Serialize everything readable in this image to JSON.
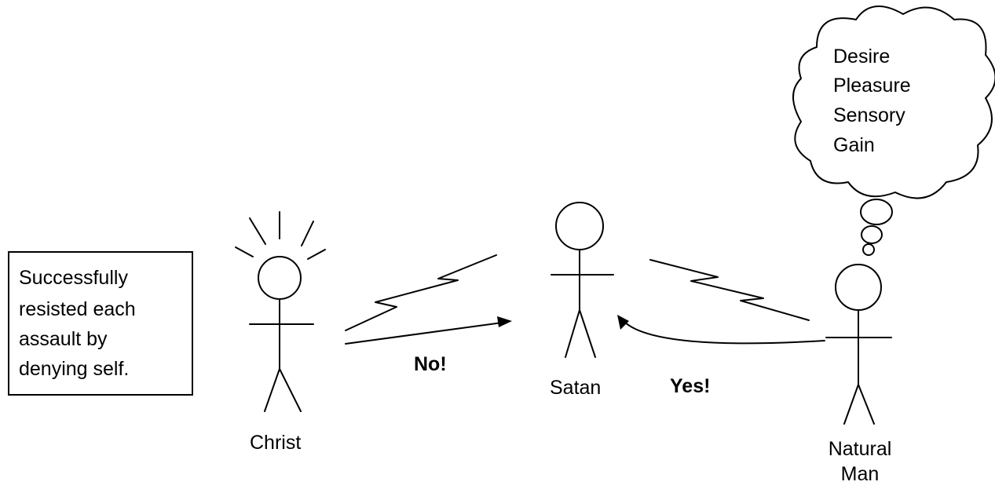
{
  "note": {
    "lines": [
      "Successfully",
      "resisted each",
      "assault by",
      "denying self."
    ]
  },
  "figures": {
    "christ": "Christ",
    "satan": "Satan",
    "natural_man": [
      "Natural",
      "Man"
    ]
  },
  "responses": {
    "no": "No!",
    "yes": "Yes!"
  },
  "thought_cloud": {
    "lines": [
      "Desire",
      "Pleasure",
      "Sensory",
      "Gain"
    ]
  }
}
